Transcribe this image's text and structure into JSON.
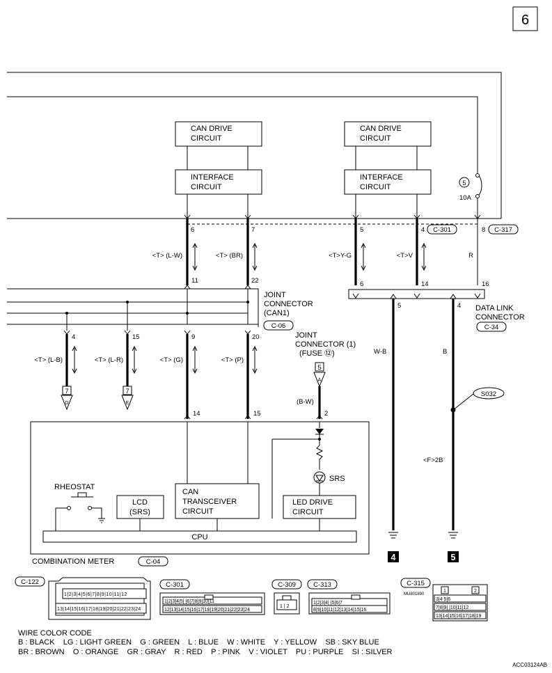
{
  "page_number": "6",
  "blocks": {
    "can_drive_left": [
      "CAN DRIVE",
      "CIRCUIT"
    ],
    "interface_left": [
      "INTERFACE",
      "CIRCUIT"
    ],
    "can_drive_right": [
      "CAN DRIVE",
      "CIRCUIT"
    ],
    "interface_right": [
      "INTERFACE",
      "CIRCUIT"
    ],
    "can_transceiver": [
      "CAN",
      "TRANSCEIVER",
      "CIRCUIT"
    ],
    "led_drive": [
      "LED DRIVE",
      "CIRCUIT"
    ],
    "lcd": [
      "LCD",
      "(SRS)"
    ],
    "cpu": "CPU",
    "rheostat": "RHEOSTAT",
    "srs": "SRS",
    "combination_meter": "COMBINATION METER",
    "combination_meter_conn": "C-04"
  },
  "fuse": {
    "number": "5",
    "rating": "10A"
  },
  "pins": {
    "top_6": "6",
    "top_7": "7",
    "top_5": "5",
    "top_4": "4",
    "top_8": "8",
    "j_11": "11",
    "j_22": "22",
    "d_6": "6",
    "d_14": "14",
    "d_16": "16",
    "d_5": "5",
    "d_4": "4",
    "b_4": "4",
    "b_15": "15",
    "b_9": "9",
    "b_20": "20",
    "m_14": "14",
    "m_15": "15",
    "m_2": "2"
  },
  "connectors": {
    "c301": "C-301",
    "c317": "C-317",
    "c06": "C-06",
    "c34": "C-34"
  },
  "wires": {
    "lw": "<T> (L-W)",
    "br": "<T> (BR)",
    "yg": "<T>Y-G",
    "v": "<T>V",
    "r": "R",
    "lb": "<T> (L-B)",
    "lr": "<T> (L-R)",
    "g": "<T> (G)",
    "p": "<T> (P)",
    "bw": "(B-W)",
    "wb": "W-B",
    "b": "B",
    "f2b": "<F>2B"
  },
  "joint_can1": [
    "JOINT",
    "CONNECTOR",
    "(CAN1)"
  ],
  "data_link": [
    "DATA LINK",
    "CONNECTOR"
  ],
  "joint_fuse": [
    "JOINT",
    "CONNECTOR (1)",
    "(FUSE ⑫)"
  ],
  "joint_fuse_ref": "5",
  "refs": {
    "d_page": "7",
    "d_letter": "D",
    "e_page": "7",
    "e_letter": "E",
    "a_letter": "A"
  },
  "splice": "S032",
  "grounds": {
    "g4": "4",
    "g5": "5"
  },
  "connector_labels": {
    "c122": "C-122",
    "c301": "C-301",
    "c309": "C-309",
    "c313": "C-313",
    "c315": "C-315"
  },
  "small_code": "MU801890",
  "color_code": {
    "title": "WIRE COLOR CODE",
    "line1": "B : BLACK    LG : LIGHT GREEN    G : GREEN    L : BLUE    W : WHITE    Y : YELLOW    SB : SKY BLUE",
    "line2": "BR : BROWN    O : ORANGE    GR : GRAY    R : RED    P : PINK    V : VIOLET    PU : PURPLE    SI : SILVER"
  },
  "doc_code": "ACC03124AB"
}
